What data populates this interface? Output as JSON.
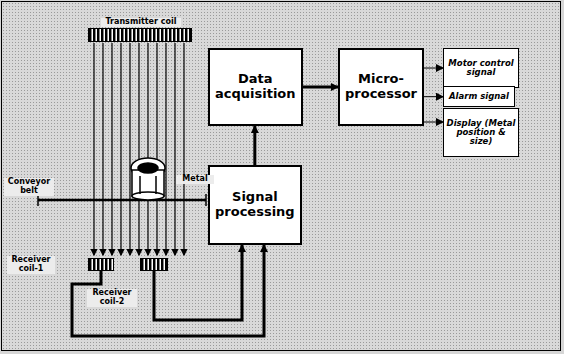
{
  "diagram": {
    "nodes": [
      {
        "text": [
          "Transmitter coil"
        ]
      },
      {
        "text": [
          "Receiver coil-1"
        ]
      },
      {
        "text": [
          "Receiver coil-2"
        ]
      },
      {
        "text": [
          "Data acquisition"
        ]
      },
      {
        "text": [
          "Signal processing"
        ]
      },
      {
        "text": [
          "Micro-processor"
        ]
      },
      {
        "text": [
          "Motor control signal"
        ]
      },
      {
        "text": [
          "Alarm signal"
        ]
      },
      {
        "text": [
          "Display (Metal position & size)"
        ]
      }
    ],
    "edges": [
      {
        "from": 1,
        "to": 4,
        "arrow": "to"
      },
      {
        "from": 2,
        "to": 4,
        "arrow": "to"
      },
      {
        "from": 4,
        "to": 3,
        "arrow": "to"
      },
      {
        "from": 3,
        "to": 5,
        "arrow": "to"
      },
      {
        "from": 5,
        "to": 6,
        "arrow": "to"
      },
      {
        "from": 5,
        "to": 7,
        "arrow": "to"
      },
      {
        "from": 5,
        "to": 8,
        "arrow": "to"
      }
    ],
    "labels": [
      "Conveyor belt",
      "Metal"
    ]
  }
}
